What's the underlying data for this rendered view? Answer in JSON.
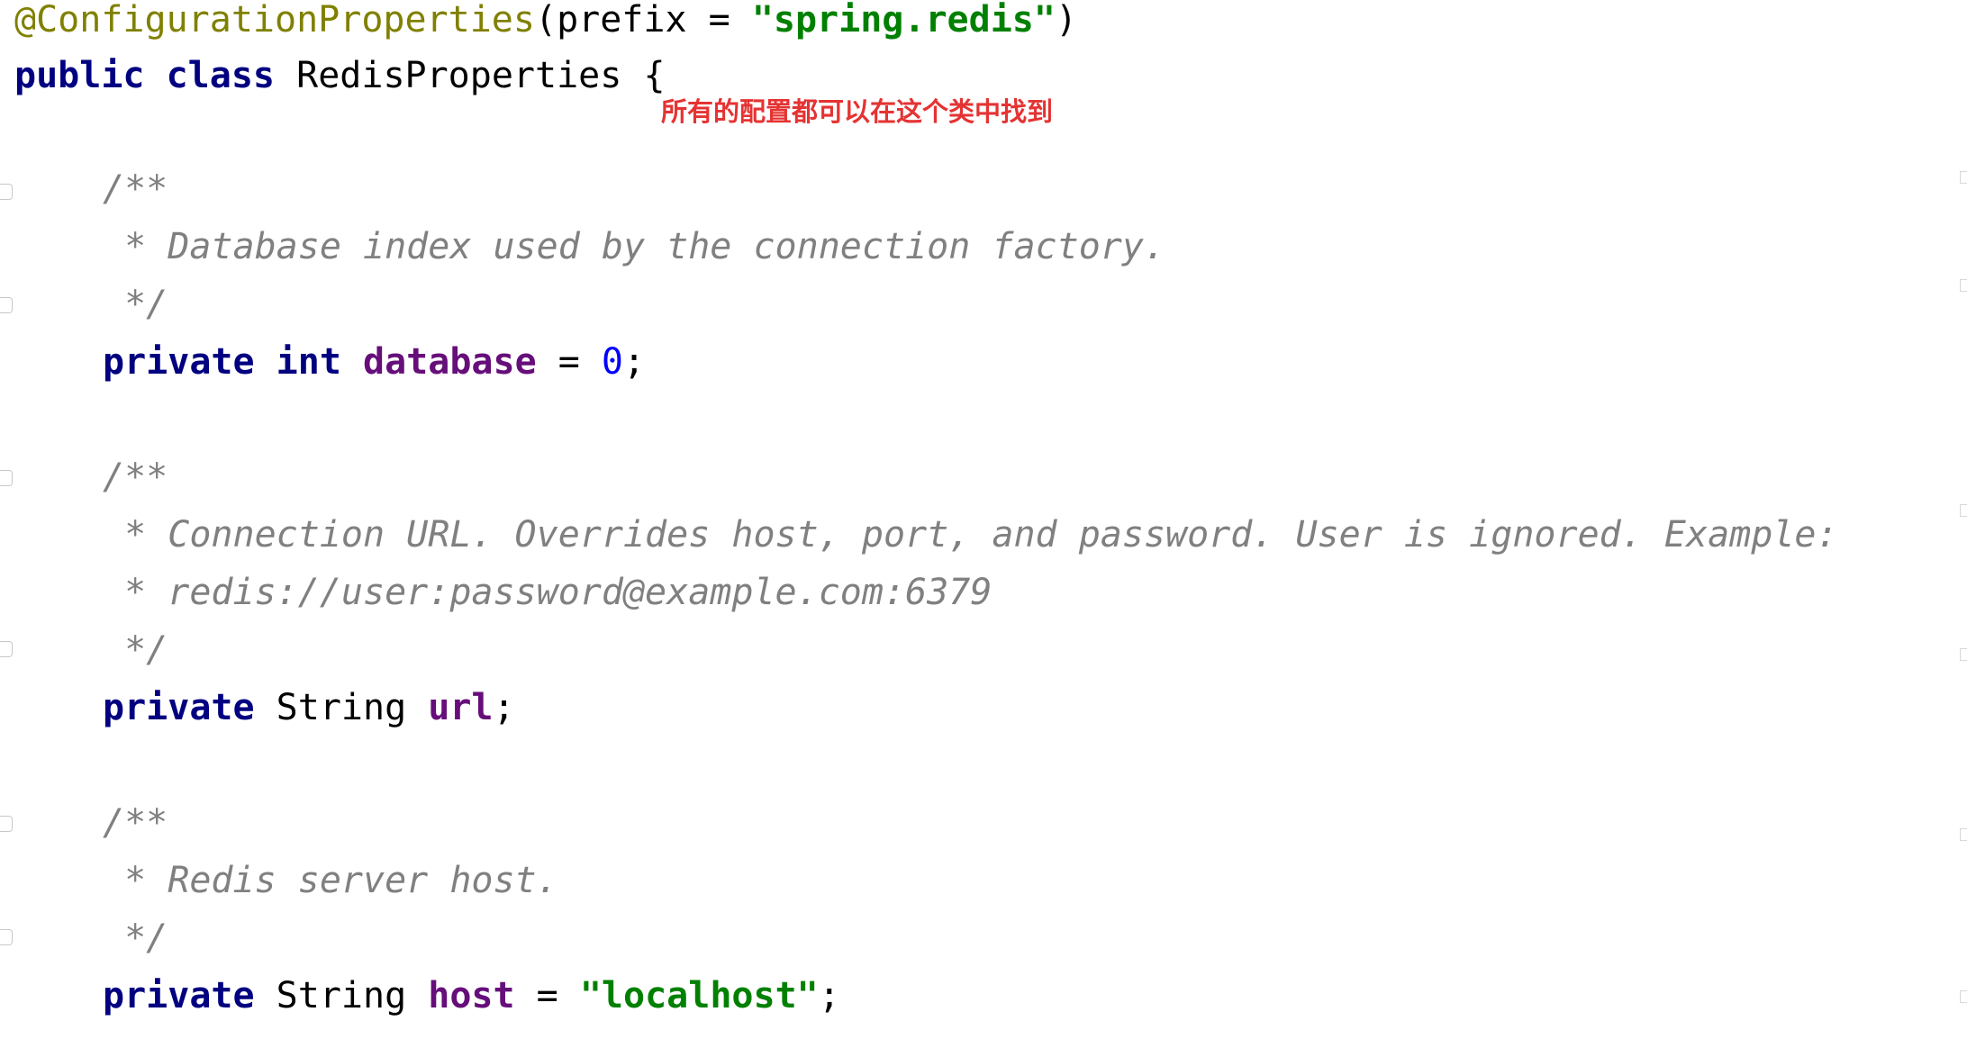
{
  "editor": {
    "annotation_note": "所有的配置都可以在这个类中找到",
    "lines": {
      "l1": {
        "annotation": "@ConfigurationProperties",
        "open_paren": "(",
        "param": "prefix",
        "eq": " = ",
        "value": "\"spring.redis\"",
        "close_paren": ")"
      },
      "l2": {
        "kw_public": "public",
        "kw_class": "class",
        "class_name": "RedisProperties",
        "brace": "{"
      },
      "c1_open": "/**",
      "c1_body": " * Database index used by the connection factory.",
      "c1_close": " */",
      "f1": {
        "kw_private": "private",
        "type": "int",
        "name": "database",
        "eq": " = ",
        "value": "0",
        "semi": ";"
      },
      "c2_open": "/**",
      "c2_body1": " * Connection URL. Overrides host, port, and password. User is ignored. Example:",
      "c2_body2": " * redis://user:password@example.com:6379",
      "c2_close": " */",
      "f2": {
        "kw_private": "private",
        "type": "String",
        "name": "url",
        "semi": ";"
      },
      "c3_open": "/**",
      "c3_body": " * Redis server host.",
      "c3_close": " */",
      "f3": {
        "kw_private": "private",
        "type": "String",
        "name": "host",
        "eq": " = ",
        "value": "\"localhost\"",
        "semi": ";"
      }
    }
  }
}
